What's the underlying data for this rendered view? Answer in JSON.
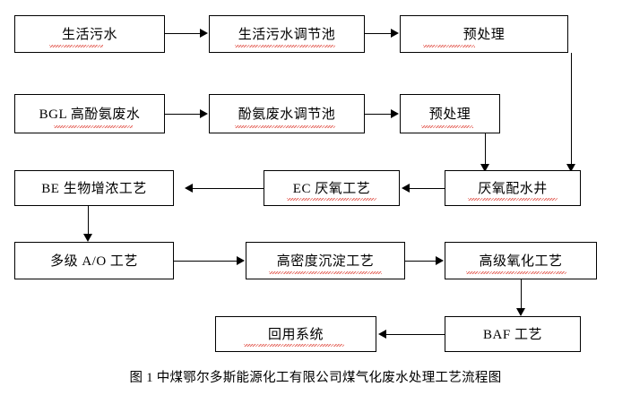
{
  "diagram": {
    "type": "flowchart",
    "caption": "图 1  中煤鄂尔多斯能源化工有限公司煤气化废水处理工艺流程图",
    "colors": {
      "line": "#000000",
      "box_fill": "#ffffff",
      "text": "#000000",
      "spellcheck_underline": "#e04a3f"
    },
    "nodes": [
      {
        "id": "n1",
        "label": "生活污水"
      },
      {
        "id": "n2",
        "label": "生活污水调节池"
      },
      {
        "id": "n3",
        "label": "预处理"
      },
      {
        "id": "n4",
        "label": "BGL 高酚氨废水"
      },
      {
        "id": "n5",
        "label": "酚氨废水调节池"
      },
      {
        "id": "n6",
        "label": "预处理"
      },
      {
        "id": "n7",
        "label": "BE 生物增浓工艺"
      },
      {
        "id": "n8",
        "label": "EC 厌氧工艺"
      },
      {
        "id": "n9",
        "label": "厌氧配水井"
      },
      {
        "id": "n10",
        "label": "多级 A/O 工艺"
      },
      {
        "id": "n11",
        "label": "高密度沉淀工艺"
      },
      {
        "id": "n12",
        "label": "高级氧化工艺"
      },
      {
        "id": "n13",
        "label": "回用系统"
      },
      {
        "id": "n14",
        "label": "BAF 工艺"
      }
    ],
    "edges": [
      {
        "from": "n1",
        "to": "n2"
      },
      {
        "from": "n2",
        "to": "n3"
      },
      {
        "from": "n3",
        "to": "n9"
      },
      {
        "from": "n4",
        "to": "n5"
      },
      {
        "from": "n5",
        "to": "n6"
      },
      {
        "from": "n6",
        "to": "n9"
      },
      {
        "from": "n9",
        "to": "n8"
      },
      {
        "from": "n8",
        "to": "n7"
      },
      {
        "from": "n7",
        "to": "n10"
      },
      {
        "from": "n10",
        "to": "n11"
      },
      {
        "from": "n11",
        "to": "n12"
      },
      {
        "from": "n12",
        "to": "n14"
      },
      {
        "from": "n14",
        "to": "n13"
      }
    ]
  }
}
